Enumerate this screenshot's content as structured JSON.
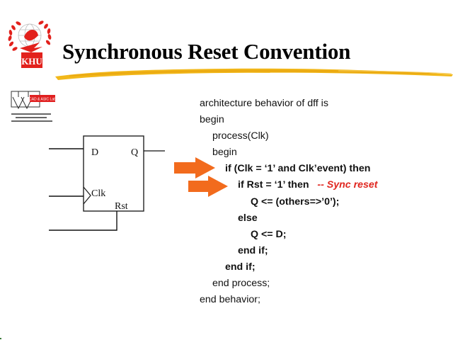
{
  "slide": {
    "title": "Synchronous Reset Convention",
    "logo": {
      "text": "KHU",
      "color": "#e2211c",
      "icon": "university-emblem-icon"
    },
    "small_logo": {
      "badge_text": "CAD & ASIC Lab",
      "badge_color": "#e02020",
      "icon": "lab-logo-icon"
    },
    "underline_color": "#f2b81a",
    "arrow_color": "#f26b1d"
  },
  "diagram": {
    "type": "d-flip-flop",
    "pins": {
      "d": "D",
      "q": "Q",
      "clk": "Clk",
      "rst": "Rst"
    }
  },
  "code": {
    "lines": [
      {
        "indent": 0,
        "text": "architecture behavior of dff is",
        "bold": false
      },
      {
        "indent": 0,
        "text": "begin",
        "bold": false
      },
      {
        "indent": 1,
        "text": "process(Clk)",
        "bold": false
      },
      {
        "indent": 1,
        "text": "begin",
        "bold": false
      },
      {
        "indent": 2,
        "text": "if (Clk = ‘1’ and Clk’event) then",
        "bold": true,
        "arrow": true
      },
      {
        "indent": 3,
        "text": "if Rst = ‘1’ then",
        "bold": true,
        "arrow": true,
        "comment": "-- Sync reset"
      },
      {
        "indent": 4,
        "text": "Q <= (others=>’0’);",
        "bold": true
      },
      {
        "indent": 3,
        "text": "else",
        "bold": true
      },
      {
        "indent": 4,
        "text": "Q <= D;",
        "bold": true
      },
      {
        "indent": 3,
        "text": "end if;",
        "bold": true
      },
      {
        "indent": 2,
        "text": "end if;",
        "bold": true
      },
      {
        "indent": 1,
        "text": "end process;",
        "bold": false
      },
      {
        "indent": 0,
        "text": "end behavior;",
        "bold": false
      }
    ],
    "comment_color": "#e0261f"
  }
}
